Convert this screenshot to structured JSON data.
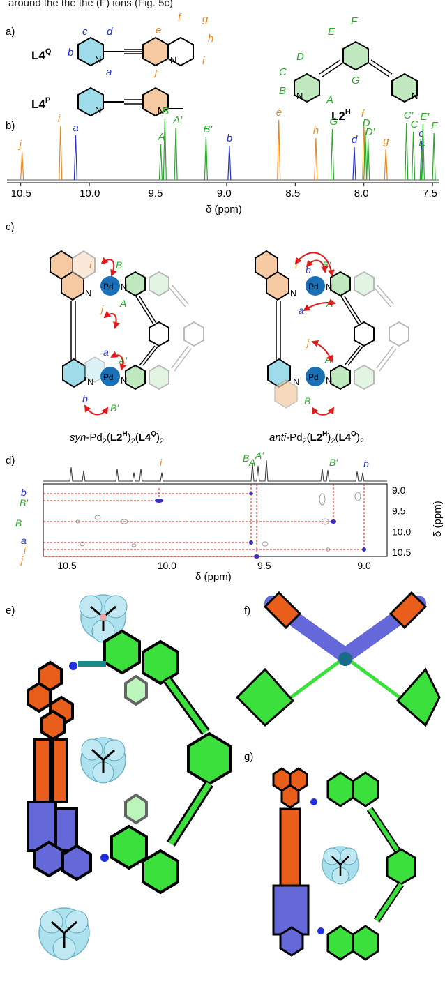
{
  "caption_fragment": "around the the the (F) ions (Fig. 5c)",
  "colors": {
    "blue": "#2232d6",
    "orange": "#e8891f",
    "green": "#2aa92a",
    "red": "#e21c1c",
    "pd": "#1b6fb4",
    "cyan": "#9fdcea",
    "greenlight": "#bfe8bf",
    "orangelight": "#f5caa3"
  },
  "panel_a": {
    "label": "a)",
    "ligand_q": "L4",
    "ligand_q_sup": "Q",
    "ligand_p": "L4",
    "ligand_p_sup": "P",
    "ligand_h": "L2",
    "ligand_h_sup": "H",
    "q_atoms": {
      "b": "b",
      "c": "c",
      "d": "d",
      "a": "a",
      "e": "e",
      "f": "f",
      "g": "g",
      "h": "h",
      "i": "i",
      "j": "j",
      "N1": "N",
      "N2": "N"
    },
    "p_atoms": {
      "N1": "N",
      "N2": "N"
    },
    "h_atoms": {
      "A": "A",
      "B": "B",
      "C": "C",
      "D": "D",
      "E": "E",
      "F": "F",
      "G": "G",
      "N1": "N",
      "N2": "N"
    }
  },
  "panel_b": {
    "label": "b)",
    "xlabel": "δ (ppm)",
    "ticks": [
      "10.5",
      "10.0",
      "9.5",
      "9.0",
      "8.5",
      "8.0",
      "7.5"
    ],
    "peaks": [
      {
        "label": "j",
        "color": "orange",
        "ppm": 10.49
      },
      {
        "label": "i",
        "color": "orange",
        "ppm": 10.21
      },
      {
        "label": "a",
        "color": "blue",
        "ppm": 10.1
      },
      {
        "label": "A",
        "color": "green",
        "ppm": 9.48
      },
      {
        "label": "B",
        "color": "green",
        "ppm": 9.45
      },
      {
        "label": "A′",
        "color": "green",
        "ppm": 9.37
      },
      {
        "label": "B′",
        "color": "green",
        "ppm": 9.15
      },
      {
        "label": "b",
        "color": "blue",
        "ppm": 8.98
      },
      {
        "label": "e",
        "color": "orange",
        "ppm": 8.62
      },
      {
        "label": "G",
        "color": "green",
        "ppm": 8.23
      },
      {
        "label": "h",
        "color": "orange",
        "ppm": 8.35
      },
      {
        "label": "d",
        "color": "blue",
        "ppm": 8.07
      },
      {
        "label": "f",
        "color": "orange",
        "ppm": 8.0
      },
      {
        "label": "D",
        "color": "green",
        "ppm": 7.99
      },
      {
        "label": "D′",
        "color": "green",
        "ppm": 7.97
      },
      {
        "label": "g",
        "color": "orange",
        "ppm": 7.84
      },
      {
        "label": "C′",
        "color": "green",
        "ppm": 7.69
      },
      {
        "label": "C",
        "color": "green",
        "ppm": 7.64
      },
      {
        "label": "c",
        "color": "blue",
        "ppm": 7.58
      },
      {
        "label": "E",
        "color": "green",
        "ppm": 7.58
      },
      {
        "label": "E′",
        "color": "green",
        "ppm": 7.57
      },
      {
        "label": "F",
        "color": "green",
        "ppm": 7.49
      }
    ]
  },
  "panel_c": {
    "label": "c)",
    "pd": "Pd",
    "syn_prefix": "syn",
    "anti_prefix": "anti",
    "formula_mid": "-Pd",
    "sub2": "2",
    "paren_open": "(",
    "paren_close": ")",
    "ligand_h": "L2",
    "h_sup": "H",
    "ligand_q": "L4",
    "q_sup": "Q",
    "syn_labels": {
      "i": "i",
      "B": "B",
      "A": "A",
      "j": "j",
      "a": "a",
      "A2": "A′",
      "b": "b",
      "B2": "B′",
      "N1": "N",
      "N2": "N",
      "N3": "N",
      "N4": "N"
    },
    "anti_labels": {
      "i": "i",
      "b": "b",
      "B2": "B′",
      "A": "A",
      "a": "a",
      "j": "j",
      "A2": "A′",
      "B": "B",
      "N1": "N",
      "N2": "N",
      "N3": "N",
      "N4": "N"
    }
  },
  "panel_d": {
    "label": "d)",
    "xlabel": "δ (ppm)",
    "ylabel": "δ (ppm)",
    "xticks": [
      "10.5",
      "10.0",
      "9.5",
      "9.0"
    ],
    "yticks": [
      "9.0",
      "9.5",
      "10.0",
      "10.5"
    ],
    "top_labels": {
      "i": "i",
      "B": "B",
      "A": "A",
      "A2": "A′",
      "B2": "B′",
      "b": "b"
    },
    "left_labels": {
      "b": "b",
      "B2": "B′",
      "B": "B",
      "a": "a",
      "i": "i",
      "j": "j"
    }
  },
  "panel_e": {
    "label": "e)"
  },
  "panel_f": {
    "label": "f)"
  },
  "panel_g": {
    "label": "g)"
  }
}
